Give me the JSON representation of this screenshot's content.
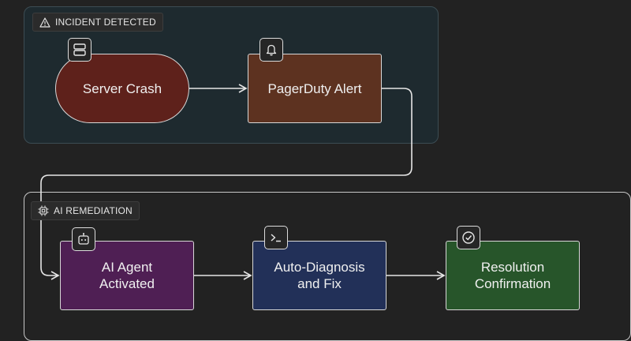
{
  "groups": {
    "incident": {
      "label": "INCIDENT DETECTED",
      "icon": "warning-triangle-icon"
    },
    "remediation": {
      "label": "AI REMEDIATION",
      "icon": "cpu-chip-icon"
    }
  },
  "nodes": {
    "server_crash": {
      "label": "Server Crash",
      "icon": "server-icon",
      "color": "#5e211b"
    },
    "pagerduty_alert": {
      "label": "PagerDuty Alert",
      "icon": "bell-icon",
      "color": "#5d3220"
    },
    "ai_agent": {
      "line1": "AI Agent",
      "line2": "Activated",
      "icon": "robot-icon",
      "color": "#4f1f54"
    },
    "auto_diagnosis": {
      "line1": "Auto-Diagnosis",
      "line2": "and Fix",
      "icon": "terminal-icon",
      "color": "#223058"
    },
    "resolution": {
      "line1": "Resolution",
      "line2": "Confirmation",
      "icon": "check-circle-icon",
      "color": "#27552a"
    }
  },
  "edges": [
    {
      "from": "server_crash",
      "to": "pagerduty_alert"
    },
    {
      "from": "pagerduty_alert",
      "to": "ai_agent"
    },
    {
      "from": "ai_agent",
      "to": "auto_diagnosis"
    },
    {
      "from": "auto_diagnosis",
      "to": "resolution"
    }
  ]
}
